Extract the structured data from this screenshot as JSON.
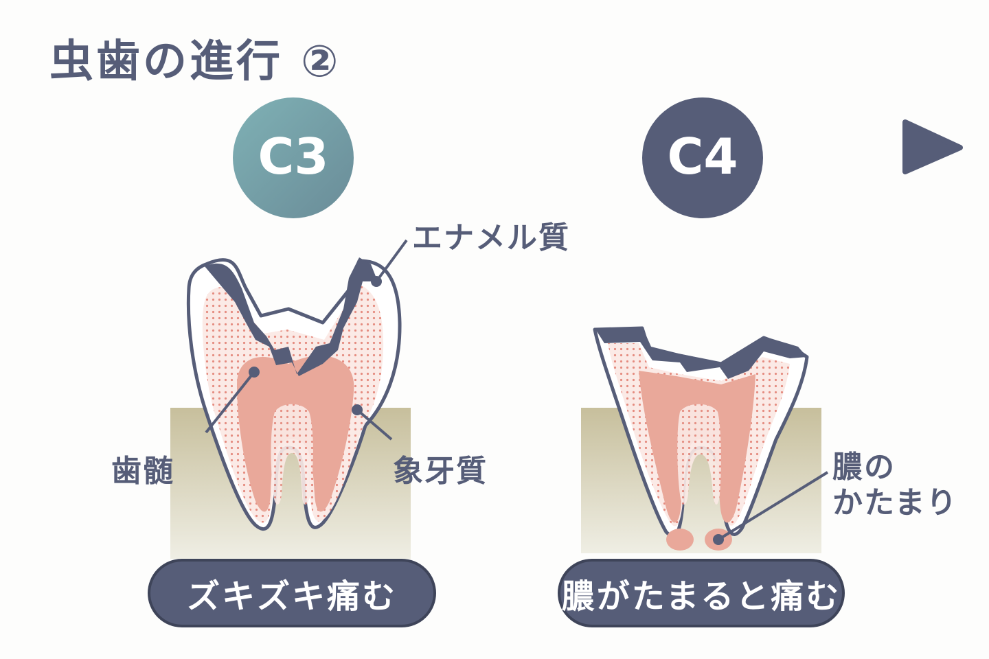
{
  "title": "虫歯の進行 ②",
  "colors": {
    "navy": "#565d78",
    "teal": "#7fb3b8",
    "pulp": "#e9a89a",
    "dentin_dot": "#e58c80",
    "gum": "#c9c2a0"
  },
  "stages": [
    {
      "label": "C3",
      "callouts": {
        "enamel": "エナメル質",
        "pulp": "歯髄",
        "dentin": "象牙質"
      },
      "caption": "ズキズキ痛む"
    },
    {
      "label": "C4",
      "callouts": {
        "pus_line1": "膿の",
        "pus_line2": "かたまり"
      },
      "caption": "膿がたまると痛む"
    }
  ]
}
